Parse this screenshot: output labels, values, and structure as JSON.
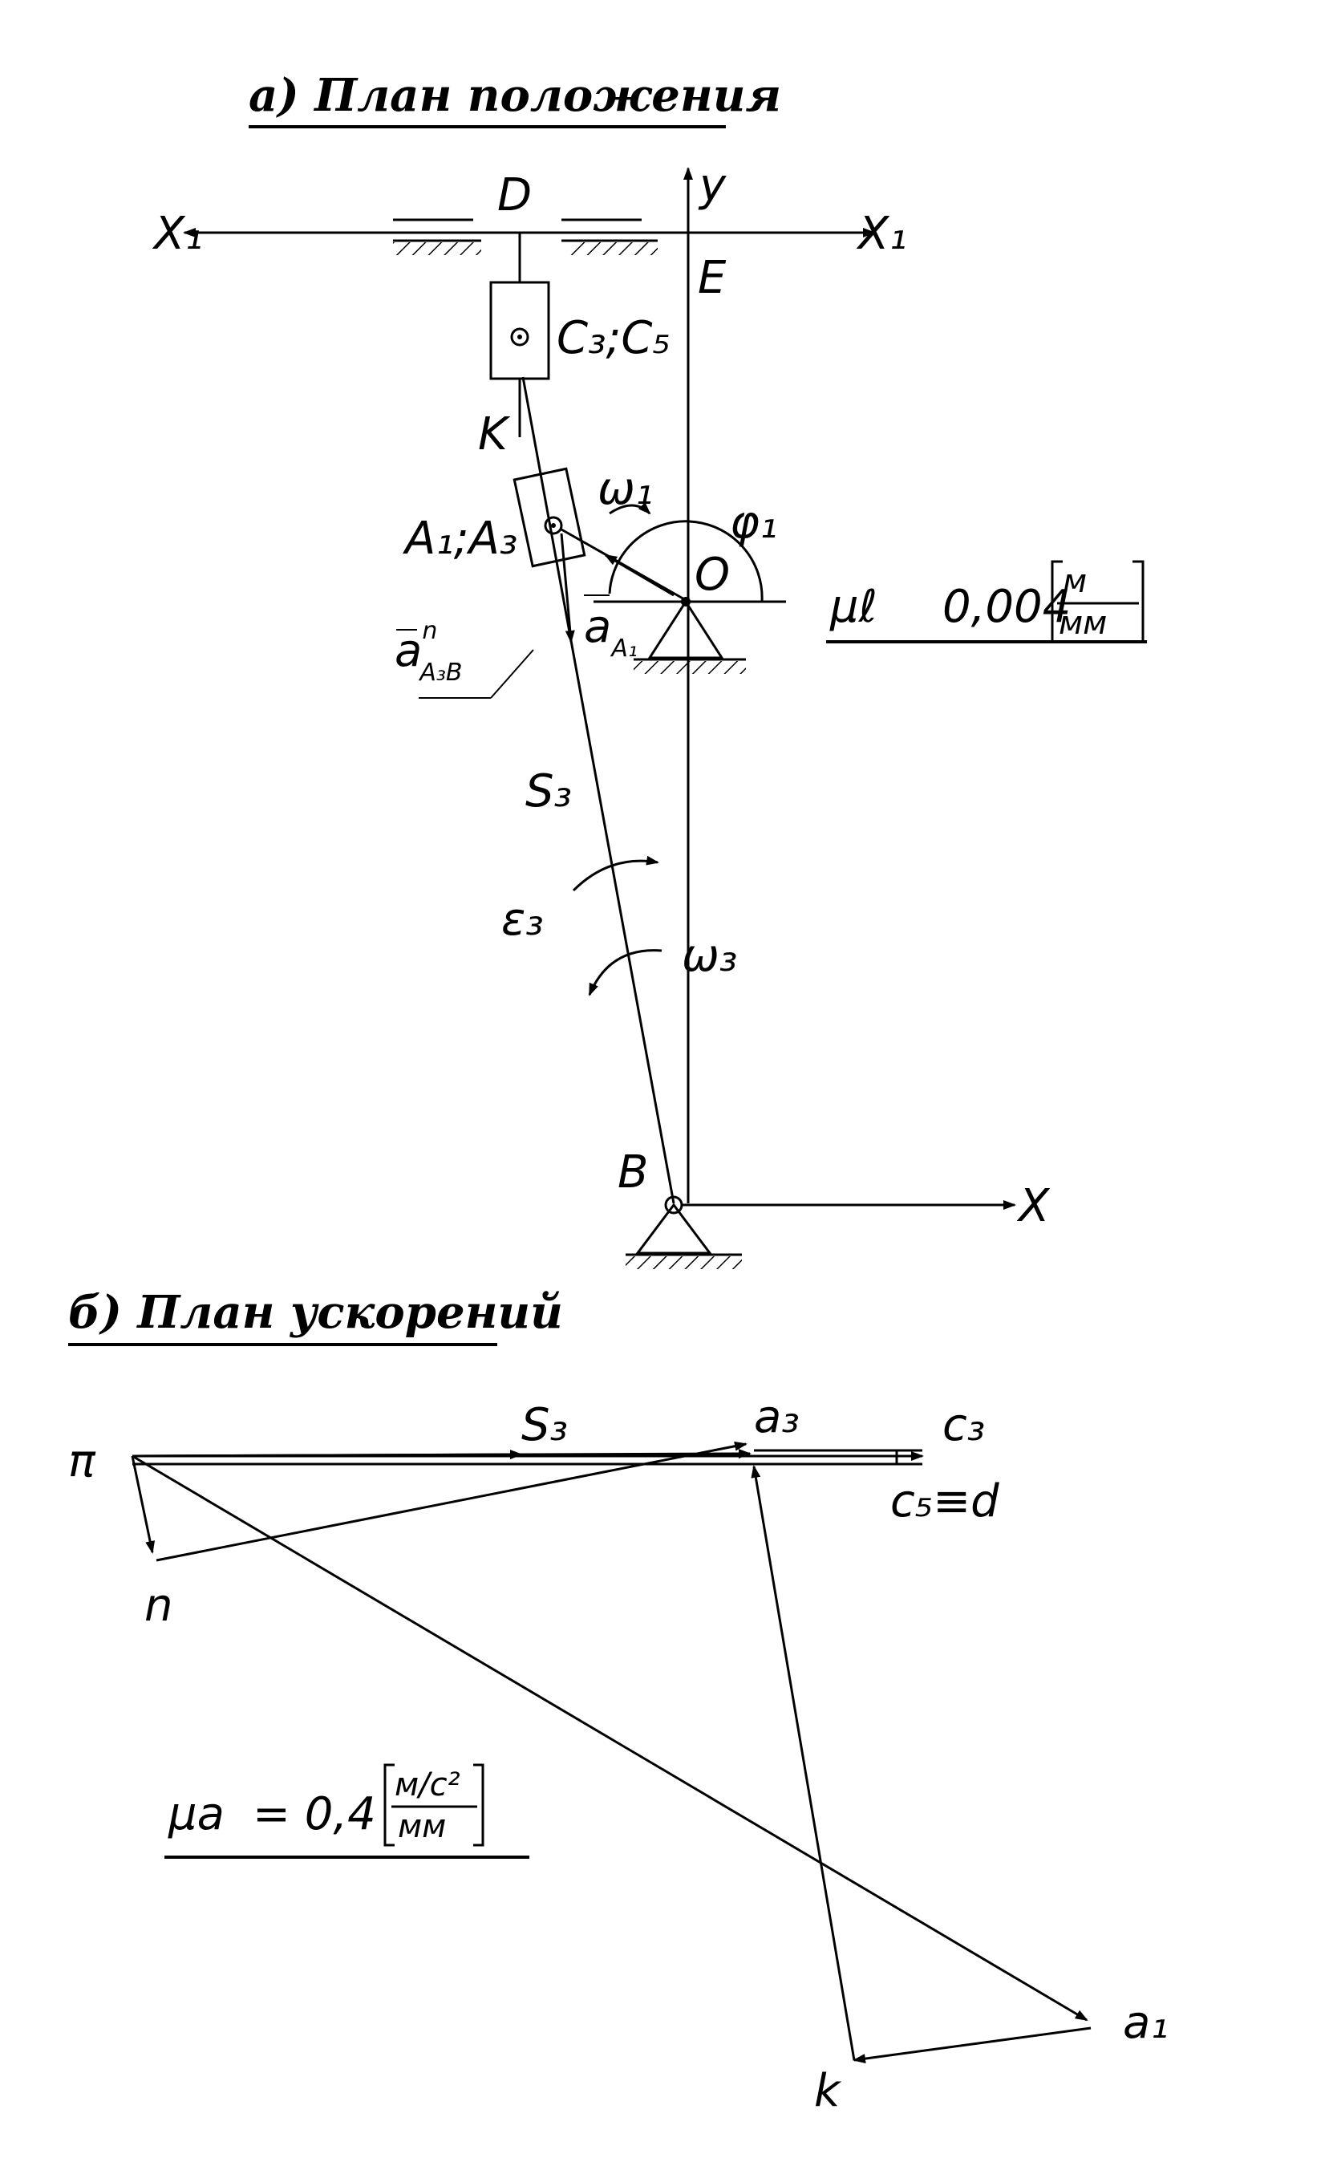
{
  "titles": {
    "position_plan": "а) План положения",
    "acceleration_plan": "б) План ускорений"
  },
  "position_labels": {
    "x1_left": "X₁",
    "x1_right": "X₁",
    "y": "y",
    "d": "D",
    "e": "E",
    "c3c5": "C₃;C₅",
    "k": "K",
    "a1a3": "A₁;A₃",
    "omega1": "ω₁",
    "phi1": "φ₁",
    "o": "O",
    "a_a1": "a",
    "a_a1_sub": "A₁",
    "a_n": "a",
    "a_n_sup": "n",
    "a_n_sub": "A₃B",
    "s3": "S₃",
    "eps3": "ε₃",
    "omega3": "ω₃",
    "b": "B",
    "x": "X"
  },
  "scale_length": {
    "mu": "μℓ",
    "value": "0,004",
    "unit_num": "м",
    "unit_den": "мм"
  },
  "accel_labels": {
    "pi": "π",
    "n": "n",
    "s3": "S₃",
    "a3": "a₃",
    "c3": "c₃",
    "c5d": "c₅≡d",
    "k": "k",
    "a1": "a₁"
  },
  "scale_accel": {
    "mu": "μa",
    "value": "= 0,4",
    "unit_num": "м/с²",
    "unit_den": "мм"
  }
}
